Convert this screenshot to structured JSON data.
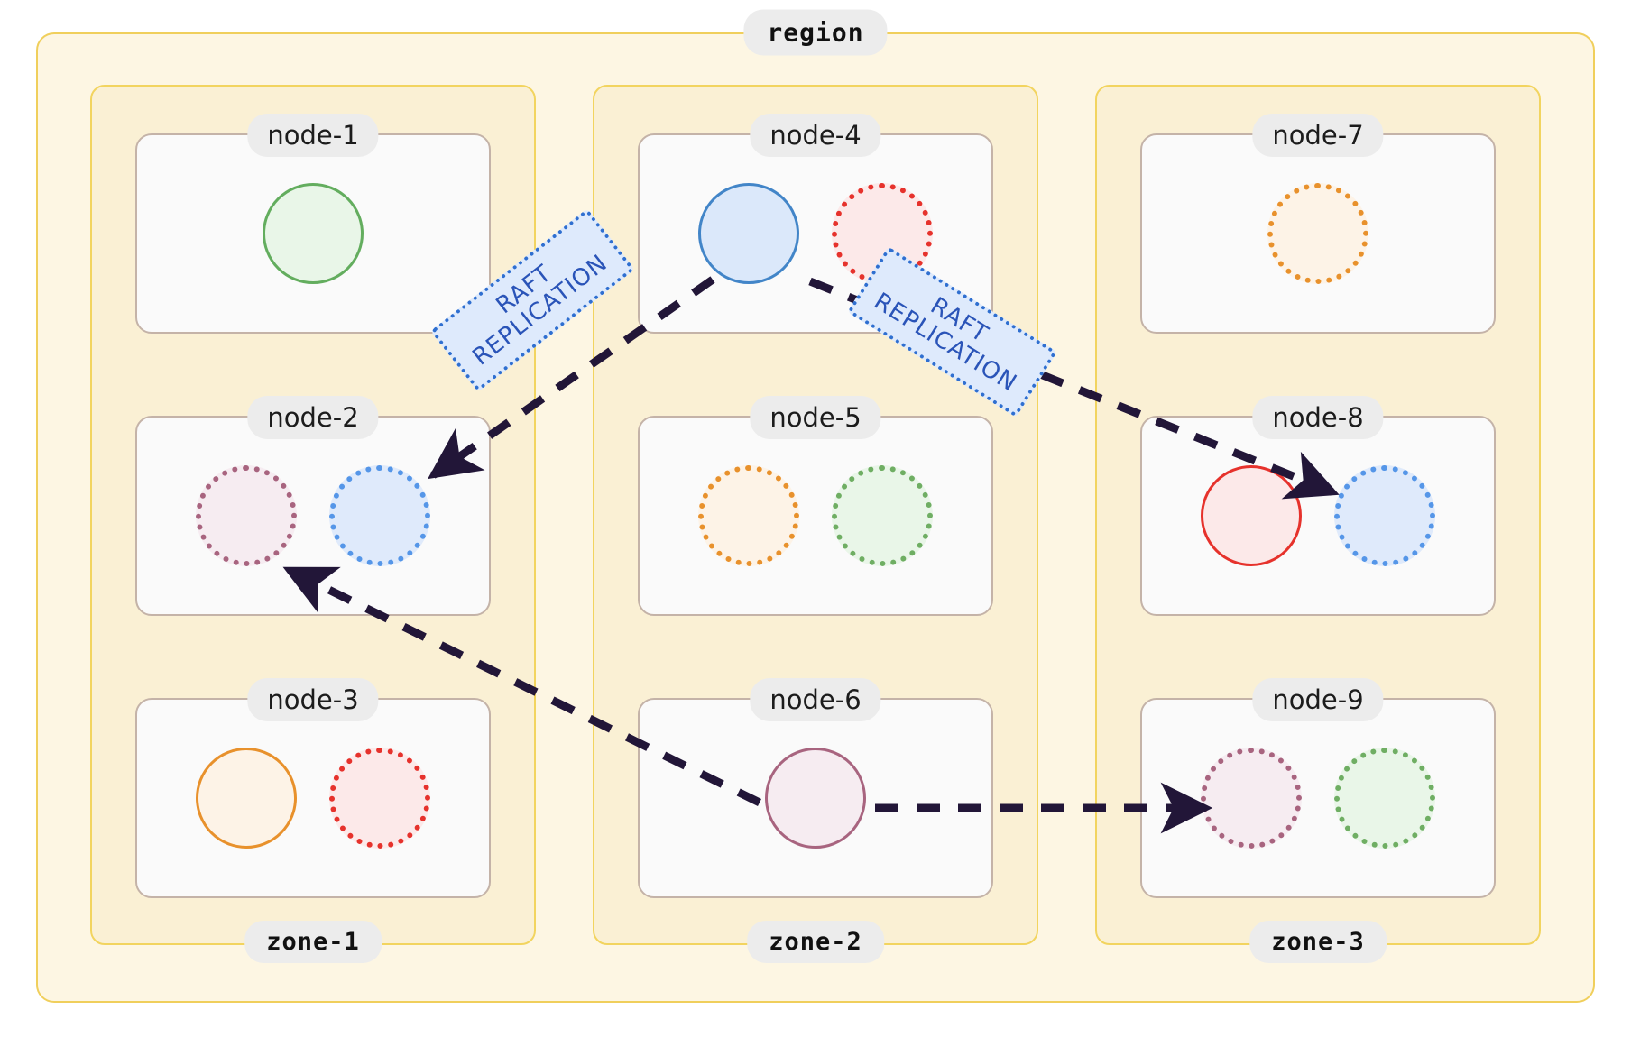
{
  "diagram": {
    "type": "infrastructure-topology",
    "region": {
      "label": "region",
      "border_color": "#f0cf5c",
      "fill_color": "#fdf6e3"
    },
    "zones": [
      {
        "label": "zone-1",
        "border_color": "#f2d45f",
        "fill_color": "#faf0d4"
      },
      {
        "label": "zone-2",
        "border_color": "#f2d45f",
        "fill_color": "#faf0d4"
      },
      {
        "label": "zone-3",
        "border_color": "#f2d45f",
        "fill_color": "#faf0d4"
      }
    ],
    "nodes": [
      {
        "label": "node-1",
        "zone": "zone-1",
        "row": 1,
        "col": 1,
        "shards": [
          {
            "style": "solid",
            "border": "#63ad5e",
            "fill": "#e9f6e8"
          }
        ]
      },
      {
        "label": "node-2",
        "zone": "zone-1",
        "row": 2,
        "col": 1,
        "shards": [
          {
            "style": "dotted",
            "border": "#a8647f",
            "fill": "#f6ecf1"
          },
          {
            "style": "dotted",
            "border": "#5596e8",
            "fill": "#dfeafb"
          }
        ]
      },
      {
        "label": "node-3",
        "zone": "zone-1",
        "row": 3,
        "col": 1,
        "shards": [
          {
            "style": "solid",
            "border": "#e8912c",
            "fill": "#fdf3e7"
          },
          {
            "style": "dotted",
            "border": "#e6322c",
            "fill": "#fce9e9"
          }
        ]
      },
      {
        "label": "node-4",
        "zone": "zone-2",
        "row": 1,
        "col": 2,
        "shards": [
          {
            "style": "solid",
            "border": "#4285c8",
            "fill": "#dbe8fa"
          },
          {
            "style": "dotted",
            "border": "#e6322c",
            "fill": "#fce9e9"
          }
        ]
      },
      {
        "label": "node-5",
        "zone": "zone-2",
        "row": 2,
        "col": 2,
        "shards": [
          {
            "style": "dotted",
            "border": "#e8912c",
            "fill": "#fdf3e7"
          },
          {
            "style": "dotted",
            "border": "#6fae63",
            "fill": "#e9f6e8"
          }
        ]
      },
      {
        "label": "node-6",
        "zone": "zone-2",
        "row": 3,
        "col": 2,
        "shards": [
          {
            "style": "solid",
            "border": "#a8647f",
            "fill": "#f6ecf1"
          }
        ]
      },
      {
        "label": "node-7",
        "zone": "zone-3",
        "row": 1,
        "col": 3,
        "shards": [
          {
            "style": "dotted",
            "border": "#e8912c",
            "fill": "#fdf3e7"
          }
        ]
      },
      {
        "label": "node-8",
        "zone": "zone-3",
        "row": 2,
        "col": 3,
        "shards": [
          {
            "style": "solid",
            "border": "#e6322c",
            "fill": "#fce9e9"
          },
          {
            "style": "dotted",
            "border": "#5596e8",
            "fill": "#dfeafb"
          }
        ]
      },
      {
        "label": "node-9",
        "zone": "zone-3",
        "row": 3,
        "col": 3,
        "shards": [
          {
            "style": "dotted",
            "border": "#a8647f",
            "fill": "#f6ecf1"
          },
          {
            "style": "dotted",
            "border": "#6fae63",
            "fill": "#e9f6e8"
          }
        ]
      }
    ],
    "edges": [
      {
        "label": "RAFT\nREPLICATION",
        "from": "node-4",
        "to": "node-2",
        "style": "dashed",
        "color": "#221638"
      },
      {
        "label": "RAFT\nREPLICATION",
        "from": "node-4",
        "to": "node-8",
        "style": "dashed",
        "color": "#221638"
      },
      {
        "label": "",
        "from": "node-6",
        "to": "node-2",
        "style": "dashed",
        "color": "#221638"
      },
      {
        "label": "",
        "from": "node-6",
        "to": "node-9",
        "style": "dashed",
        "color": "#221638"
      }
    ],
    "edge_labels": {
      "raft_1": "RAFT\nREPLICATION",
      "raft_2": "RAFT\nREPLICATION"
    },
    "colors": {
      "arrow": "#221638",
      "raft_label_text": "#2a54b8",
      "raft_label_fill": "#deeafc",
      "raft_label_border": "#2f6fd0",
      "pill_fill": "#ececec",
      "node_border": "#c4b3a8",
      "node_fill": "#fafafa"
    }
  }
}
